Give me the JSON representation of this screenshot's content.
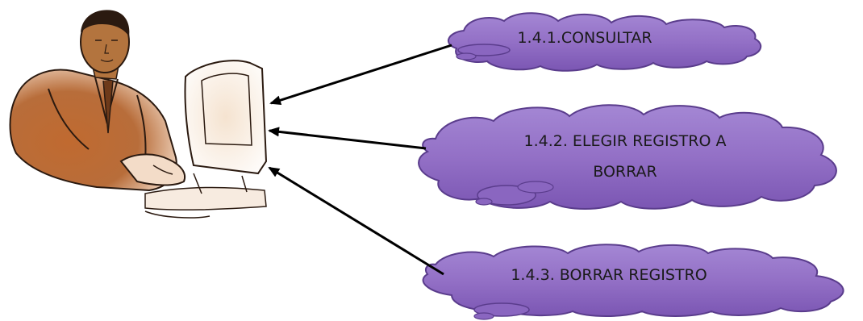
{
  "diagram": {
    "actor_icon": "person-at-computer-icon",
    "colors": {
      "cloud_fill": "#9370c6",
      "cloud_stroke": "#5a3c8c",
      "arrow": "#000000",
      "actor_skin": "#b3743e",
      "actor_suit": "#a05a2c"
    },
    "clouds": [
      {
        "label": "1.4.1.CONSULTAR"
      },
      {
        "label": "1.4.2. ELEGIR REGISTRO A\nBORRAR"
      },
      {
        "label": "1.4.3. BORRAR REGISTRO"
      }
    ]
  }
}
